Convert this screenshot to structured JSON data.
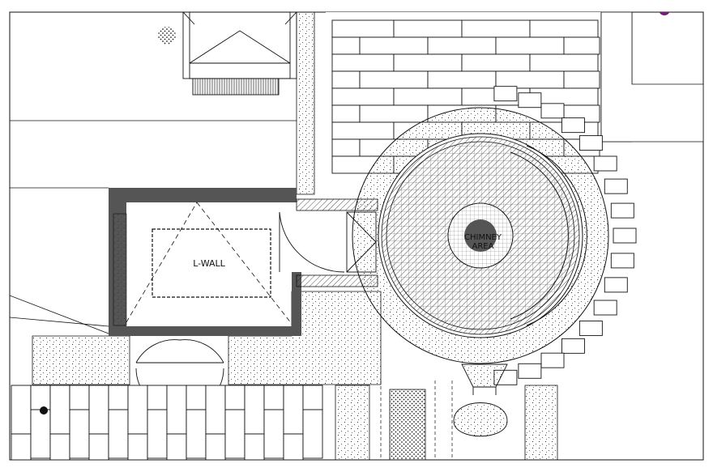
{
  "plan": {
    "labels": {
      "l_wall": "L-WALL",
      "chimney_line1": "CHIMNEY",
      "chimney_line2": "AREA"
    },
    "colors": {
      "wall_fill": "#555555",
      "line": "#111111",
      "paper": "#ffffff",
      "chimney_core": "#555555",
      "accent_dot": "#7a1a7a"
    }
  }
}
